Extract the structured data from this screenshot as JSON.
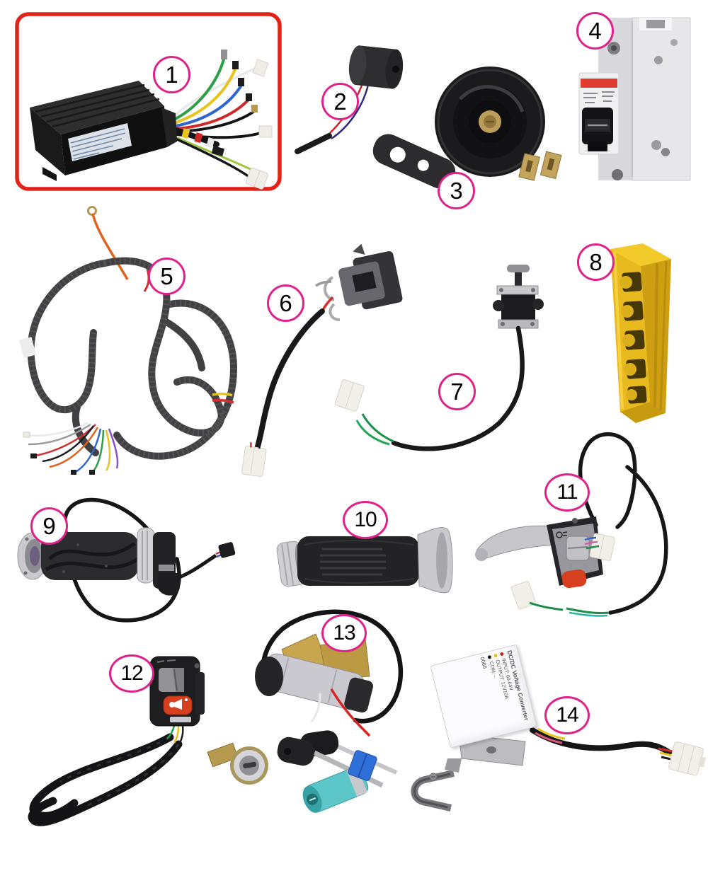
{
  "diagram": {
    "background": "#ffffff",
    "highlight_box": {
      "color": "#e2231a"
    },
    "callout_style": {
      "border_color": "#e0218a",
      "text_color": "#000000"
    },
    "callouts": [
      {
        "number": "1"
      },
      {
        "number": "2"
      },
      {
        "number": "3"
      },
      {
        "number": "4"
      },
      {
        "number": "5"
      },
      {
        "number": "6"
      },
      {
        "number": "7"
      },
      {
        "number": "8"
      },
      {
        "number": "9"
      },
      {
        "number": "10"
      },
      {
        "number": "11"
      },
      {
        "number": "12"
      },
      {
        "number": "13"
      },
      {
        "number": "14"
      }
    ],
    "part14_label": {
      "title": "DC/DC Voltage Converter",
      "lines": [
        {
          "dot_color": "#cc2a1e",
          "text": "INPUT: 60-64V"
        },
        {
          "dot_color": "#e8c31d",
          "text": "OUTPUT: 12V10A"
        },
        {
          "dot_color": "#1a1a1a",
          "text": "COM: -"
        }
      ],
      "serial": "0065"
    }
  }
}
